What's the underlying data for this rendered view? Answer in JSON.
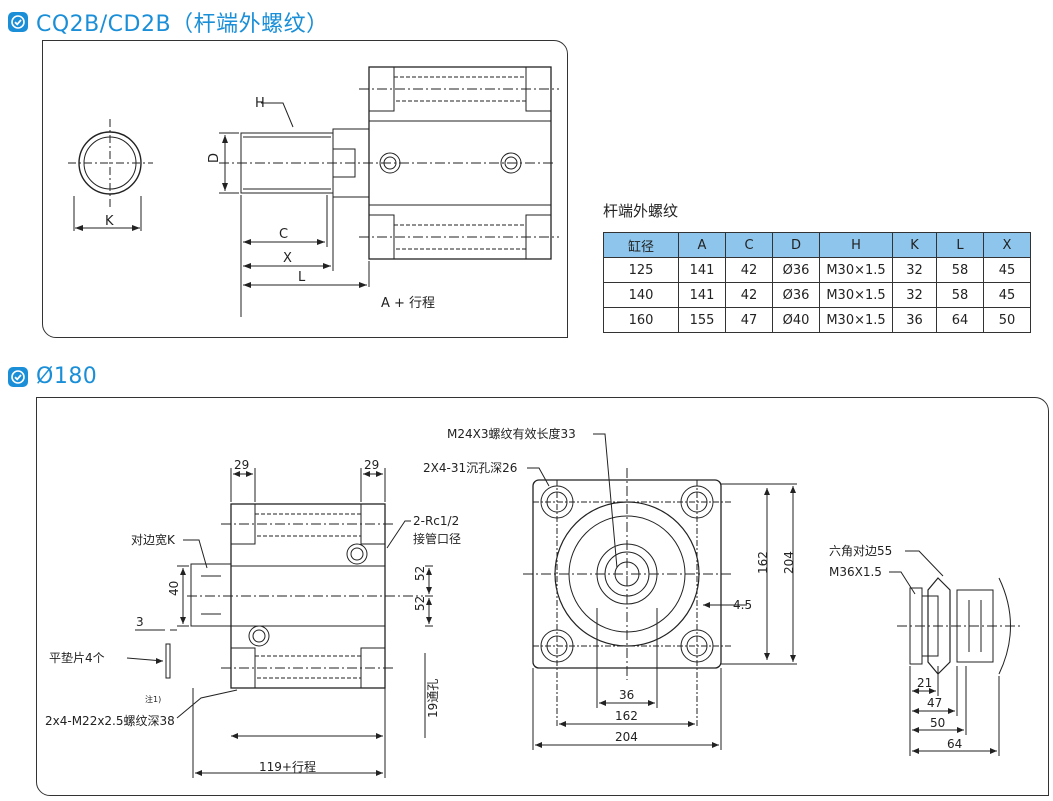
{
  "header1": {
    "title": "CQ2B/CD2B（杆端外螺纹）"
  },
  "header2": {
    "title": "Ø180"
  },
  "drawing1": {
    "labels": {
      "H": "H",
      "D": "D",
      "K": "K",
      "C": "C",
      "X": "X",
      "L": "L",
      "stroke": "A + 行程"
    }
  },
  "spec_table": {
    "title": "杆端外螺纹",
    "headers": [
      "缸径",
      "A",
      "C",
      "D",
      "H",
      "K",
      "L",
      "X"
    ],
    "rows": [
      [
        "125",
        "141",
        "42",
        "Ø36",
        "M30×1.5",
        "32",
        "58",
        "45"
      ],
      [
        "140",
        "141",
        "42",
        "Ø36",
        "M30×1.5",
        "32",
        "58",
        "45"
      ],
      [
        "160",
        "155",
        "47",
        "Ø40",
        "M30×1.5",
        "36",
        "64",
        "50"
      ]
    ]
  },
  "drawing2": {
    "labels": {
      "dim29a": "29",
      "dim29b": "29",
      "width_k": "对边宽K",
      "dim40": "40",
      "dim3": "3",
      "washer": "平垫片4个",
      "note1": "注1)",
      "thread_hole": "2x4-M22x2.5螺纹深38",
      "stroke": "119+行程",
      "through": "19通孔",
      "port1": "2-Rc1/2",
      "port2": "接管口径",
      "dim52a": "52",
      "dim52b": "52",
      "thread_len": "M24X3螺纹有效长度33",
      "counterbore": "2X4-31沉孔深26",
      "dim162v": "162",
      "dim204v": "204",
      "dim45": "4.5",
      "dim36": "36",
      "dim162h": "162",
      "dim204h": "204",
      "hex": "六角对边55",
      "m36": "M36X1.5",
      "dim21": "21",
      "dim47": "47",
      "dim50": "50",
      "dim64": "64"
    }
  }
}
